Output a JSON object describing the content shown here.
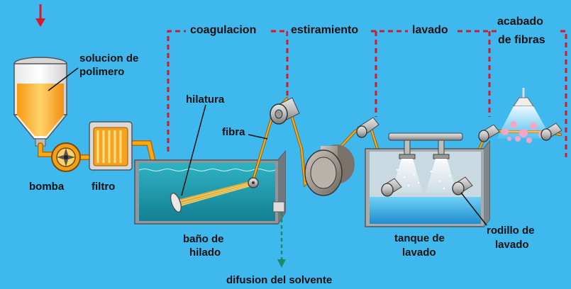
{
  "stages": {
    "coagulacion": "coagulacion",
    "estiramiento": "estiramiento",
    "lavado": "lavado",
    "acabado_line1": "acabado",
    "acabado_line2": "de fibras"
  },
  "labels": {
    "solucion_line1": "solucion de",
    "solucion_line2": "polimero",
    "hilatura": "hilatura",
    "fibra": "fibra",
    "bomba": "bomba",
    "filtro": "filtro",
    "bano_line1": "baño de",
    "bano_line2": "hilado",
    "tanque_line1": "tanque de",
    "tanque_line2": "lavado",
    "rodillo_line1": "rodillo de",
    "rodillo_line2": "lavado",
    "difusion": "difusion del solvente"
  },
  "colors": {
    "background": "#3fb8ee",
    "stage_divider": "#d8192a",
    "fiber": "#f0a020",
    "polymer": "#f7a81c",
    "water": "#1a9bb3",
    "tank": "#9aa4aa",
    "arrow_in": "#d8192a",
    "arrow_out": "#1f8a6a"
  },
  "icons": [
    "feed-arrow-icon",
    "pump-icon",
    "filter-icon",
    "spinneret-icon",
    "roller-icon",
    "spray-nozzle-icon",
    "drain-arrow-icon"
  ]
}
